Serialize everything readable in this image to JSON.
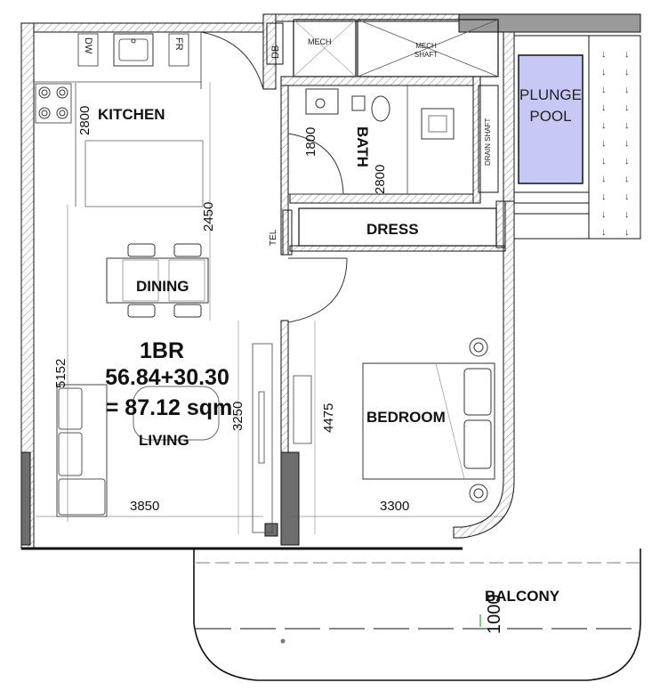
{
  "rooms": {
    "kitchen": "KITCHEN",
    "dining": "DINING",
    "living": "LIVING",
    "bath": "BATH",
    "dress": "DRESS",
    "bedroom": "BEDROOM",
    "balcony": "BALCONY",
    "plunge_pool_line1": "PLUNGE",
    "plunge_pool_line2": "POOL",
    "mech": "MECH",
    "mech_shaft_line1": "MECH",
    "mech_shaft_line2": "SHAFT",
    "drain_shaft": "DRAIN SHAFT"
  },
  "fixtures": {
    "dw": "DW",
    "fr": "FR",
    "db": "DB",
    "tel": "TEL"
  },
  "summary": {
    "unit_type": "1BR",
    "area_sum": "56.84+30.30",
    "area_total": "= 87.12 sqm"
  },
  "dimensions": {
    "kitchen_depth": "2800",
    "kitchen_height": "2450",
    "bath_width": "1800",
    "bath_depth": "2800",
    "living_depth": "5152",
    "living_mid": "3250",
    "bedroom_depth": "4475",
    "living_width": "3850",
    "bedroom_width": "3300",
    "balcony_depth": "1000"
  },
  "colors": {
    "wall": "#111111",
    "pool_fill": "#c8c8f4",
    "column": "#6e6e6e",
    "hatch": "#8a8a8a"
  }
}
